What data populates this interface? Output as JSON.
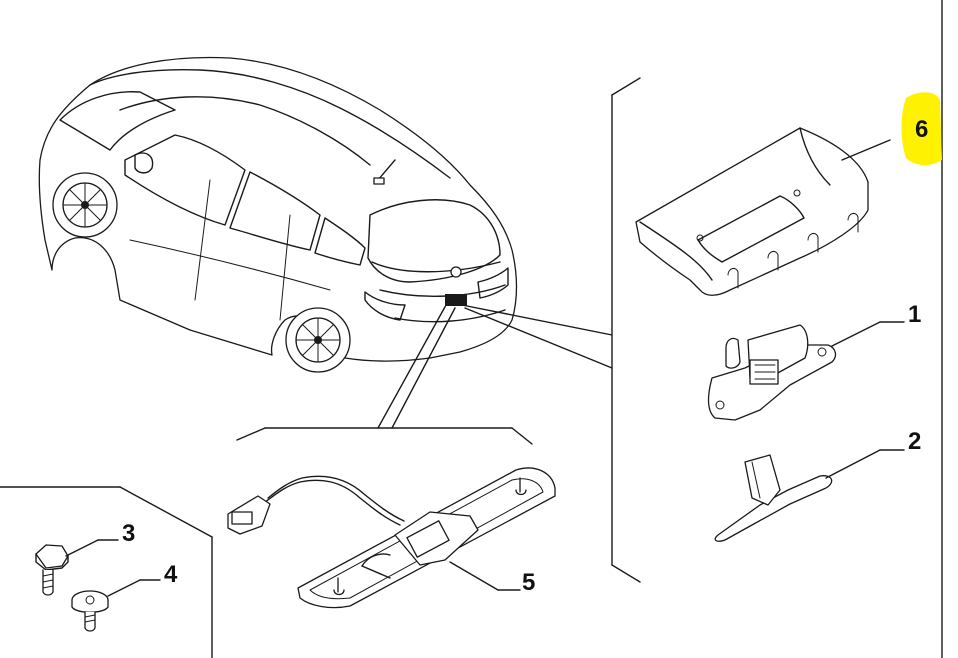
{
  "diagram": {
    "callouts": [
      {
        "id": "1",
        "text": "1"
      },
      {
        "id": "2",
        "text": "2"
      },
      {
        "id": "3",
        "text": "3"
      },
      {
        "id": "4",
        "text": "4"
      },
      {
        "id": "5",
        "text": "5"
      },
      {
        "id": "6",
        "text": "6"
      }
    ],
    "highlight_color": "#fff200",
    "line_color": "#1a1a1a",
    "background": "#ffffff"
  }
}
